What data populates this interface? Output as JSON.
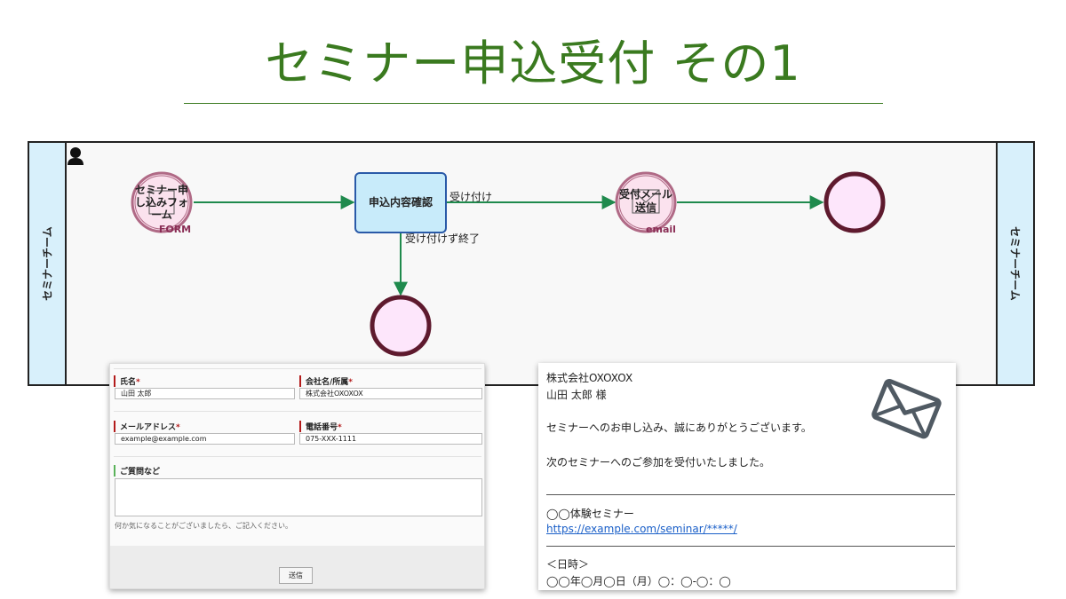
{
  "title": "セミナー申込受付 その1",
  "diagram": {
    "lane_label": "セミナーチーム",
    "nodes": {
      "form_event": {
        "lines": [
          "セミナー申",
          "し込みフォ",
          "ーム"
        ],
        "tag": "FORM"
      },
      "confirm_task": {
        "label": "申込内容確認"
      },
      "mail_event": {
        "lines": [
          "受付メール",
          "送信"
        ],
        "tag": "email"
      }
    },
    "edges": {
      "accept": "受け付け",
      "reject": "受け付けず終了"
    }
  },
  "form": {
    "name_label": "氏名",
    "name_value": "山田 太郎",
    "company_label": "会社名/所属",
    "company_value": "株式会社OXOXOX",
    "email_label": "メールアドレス",
    "email_value": "example@example.com",
    "phone_label": "電話番号",
    "phone_value": "075-XXX-1111",
    "question_label": "ご質問など",
    "question_hint": "何か気になることがございましたら、ご記入ください。",
    "submit_label": "送信",
    "required_mark": "*"
  },
  "mail": {
    "company": "株式会社OXOXOX",
    "recipient": "山田 太郎 様",
    "thanks": "セミナーへのお申し込み、誠にありがとうございます。",
    "accepted": "次のセミナーへのご参加を受付いたしました。",
    "seminar_name": "◯◯体験セミナー",
    "seminar_url": "https://example.com/seminar/*****/",
    "date_heading": "＜日時＞",
    "date_value": "◯◯年◯月◯日（月）◯：◯-◯：◯"
  }
}
